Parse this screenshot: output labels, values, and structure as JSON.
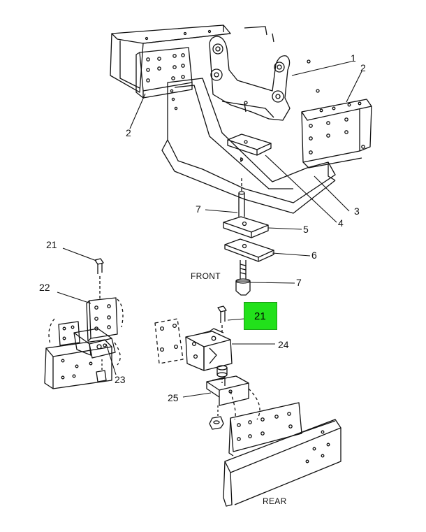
{
  "callouts": {
    "c1": "1",
    "c2a": "2",
    "c2b": "2",
    "c3": "3",
    "c4": "4",
    "c5": "5",
    "c6": "6",
    "c7a": "7",
    "c7b": "7",
    "c21a": "21",
    "c21b": "21",
    "c22": "22",
    "c23": "23",
    "c24": "24",
    "c25": "25"
  },
  "words": {
    "front": "FRONT",
    "rear": "REAR"
  },
  "highlight": {
    "color": "#22e11b",
    "label": "21"
  }
}
